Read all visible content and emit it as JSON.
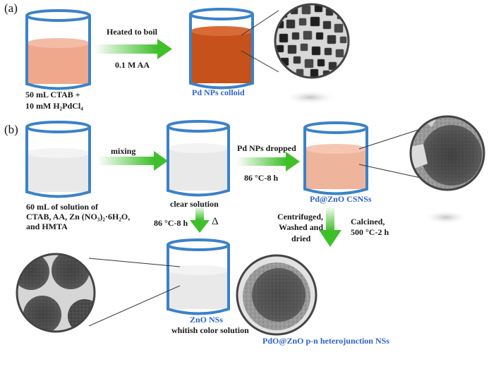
{
  "panel_a": {
    "label": "(a)",
    "arrow_top": "Heated to boil",
    "arrow_bottom": "0.1 M AA",
    "start_line1": "50 mL CTAB +",
    "start_line2": "10 mM H₂PdCl₄",
    "product": "Pd NPs colloid"
  },
  "panel_b": {
    "label": "(b)",
    "start_line1": "60 mL of solution of",
    "start_line2": "CTAB, AA, Zn (NO₃)₂·6H₂O,",
    "start_line3": "and HMTA",
    "arrow_mix": "mixing",
    "clear": "clear solution",
    "arrow_drop_top": "Pd NPs dropped",
    "arrow_drop_bottom": "86 °C-8 h",
    "core_shell": "Pd@ZnO CSNSs",
    "down_left": "86 °C-8 h",
    "delta": "Δ",
    "zno": "ZnO NSs",
    "whitish": "whitish color solution",
    "centri_1": "Centrifuged,",
    "centri_2": "Washed and",
    "centri_3": "dried",
    "calc_1": "Calcined,",
    "calc_2": "500 °C-2 h",
    "final": "PdO@ZnO p-n heterojunction NSs"
  },
  "colors": {
    "beaker_outline": "#3b82c9",
    "pink_liquid": "#f0a88c",
    "brown_liquid": "#c6511a",
    "light_pink_liquid": "#efb59c",
    "clear_liquid": "#e9e9e9",
    "arrow_green": "#3fbf2a",
    "product_text": "#2f63c7"
  }
}
